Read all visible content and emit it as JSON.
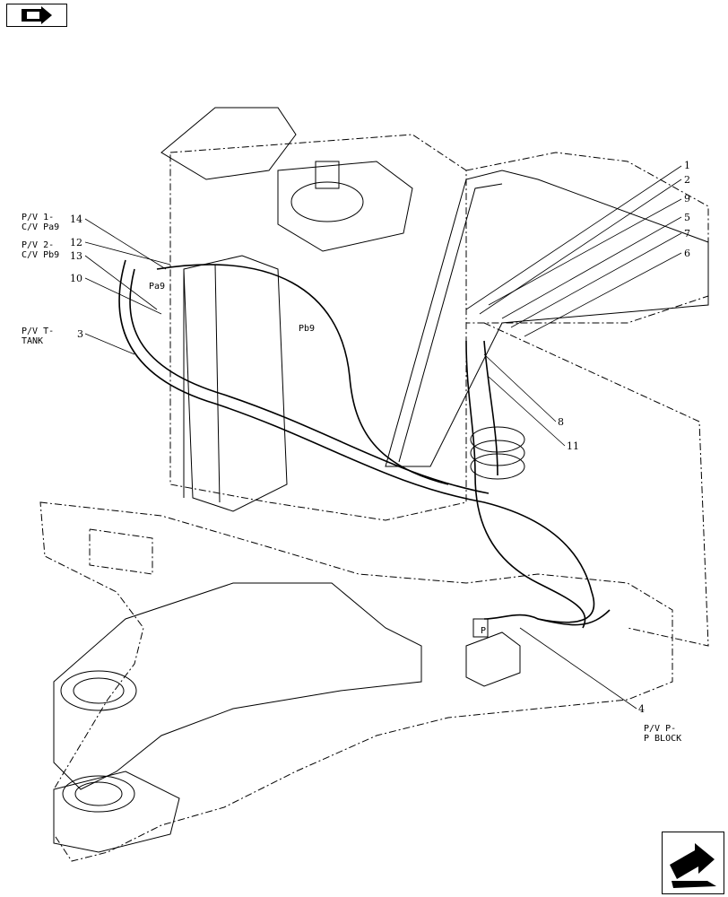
{
  "callouts": {
    "c1": "1",
    "c2": "2",
    "c9": "9",
    "c5": "5",
    "c7": "7",
    "c6": "6",
    "c14": "14",
    "c12": "12",
    "c13": "13",
    "c10": "10",
    "c3": "3",
    "c8": "8",
    "c11": "11",
    "c4": "4"
  },
  "labels": {
    "pv1_line1": "P/V 1-",
    "pv1_line2": "C/V Pa9",
    "pv2_line1": "P/V 2-",
    "pv2_line2": "C/V Pb9",
    "pvt_line1": "P/V T-",
    "pvt_line2": "TANK",
    "port_pa9": "Pa9",
    "port_pb9": "Pb9",
    "port_p": "P",
    "pvp_line1": "P/V P-",
    "pvp_line2": "P BLOCK"
  },
  "icons": {
    "prev": "previous-page-arrow-icon",
    "next": "next-page-arrow-icon"
  }
}
